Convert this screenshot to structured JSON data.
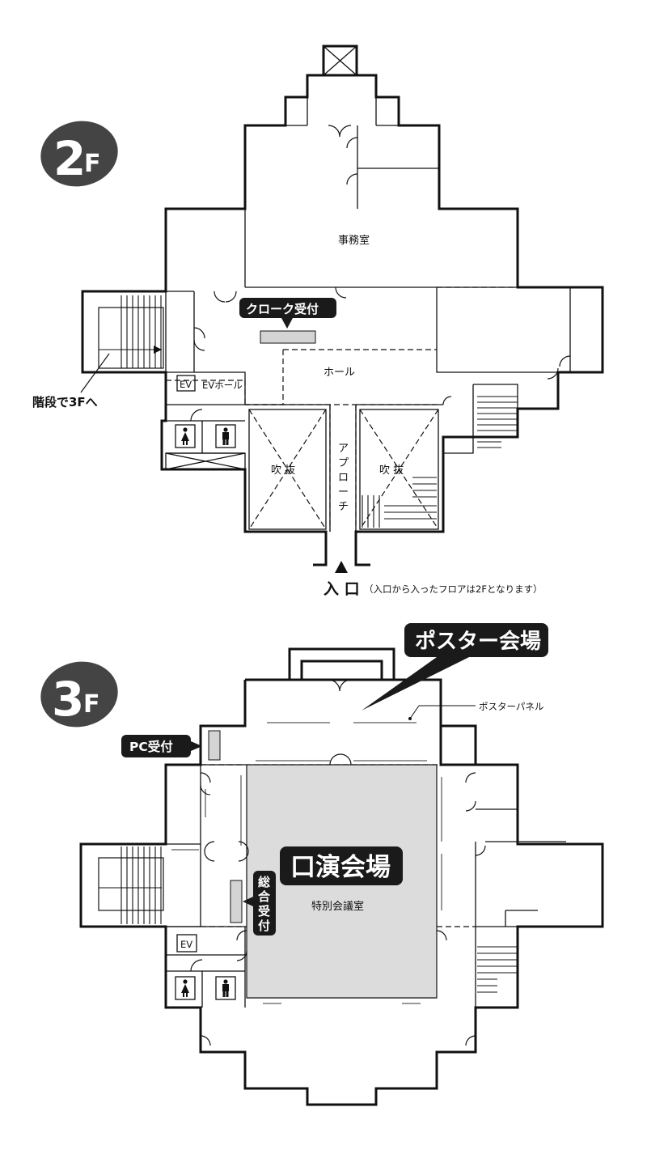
{
  "floor_2": {
    "badge_number": "2",
    "badge_letter": "F",
    "rooms": {
      "office": "事務室",
      "hall": "ホール",
      "ev": "EV",
      "ev_hall": "EVホール",
      "void_left": "吹 抜",
      "void_right": "吹 抜",
      "approach": [
        "ア",
        "プ",
        "ロ",
        "ー",
        "チ"
      ]
    },
    "callouts": {
      "cloak": "クローク受付",
      "stairs": "階段で3Fへ"
    },
    "entrance": {
      "label": "入 口",
      "note": "（入口から入ったフロアは2Fとなります）"
    }
  },
  "floor_3": {
    "badge_number": "3",
    "badge_letter": "F",
    "rooms": {
      "ev": "EV",
      "special_room": "特別会議室"
    },
    "callouts": {
      "poster_venue": "ポスター会場",
      "poster_panel": "ポスターパネル",
      "pc_reception": "PC受付",
      "oral_venue": "口演会場",
      "general_reception": [
        "総",
        "合",
        "受",
        "付"
      ]
    }
  },
  "colors": {
    "ink": "#111111",
    "callout_bg": "#1a1a1a",
    "badge_bg": "#444444",
    "oral_room_fill": "#dcdcdc",
    "desk_fill": "#d4d4d4"
  },
  "icons": [
    "woman-restroom-icon",
    "man-restroom-icon",
    "entrance-arrow-icon"
  ]
}
